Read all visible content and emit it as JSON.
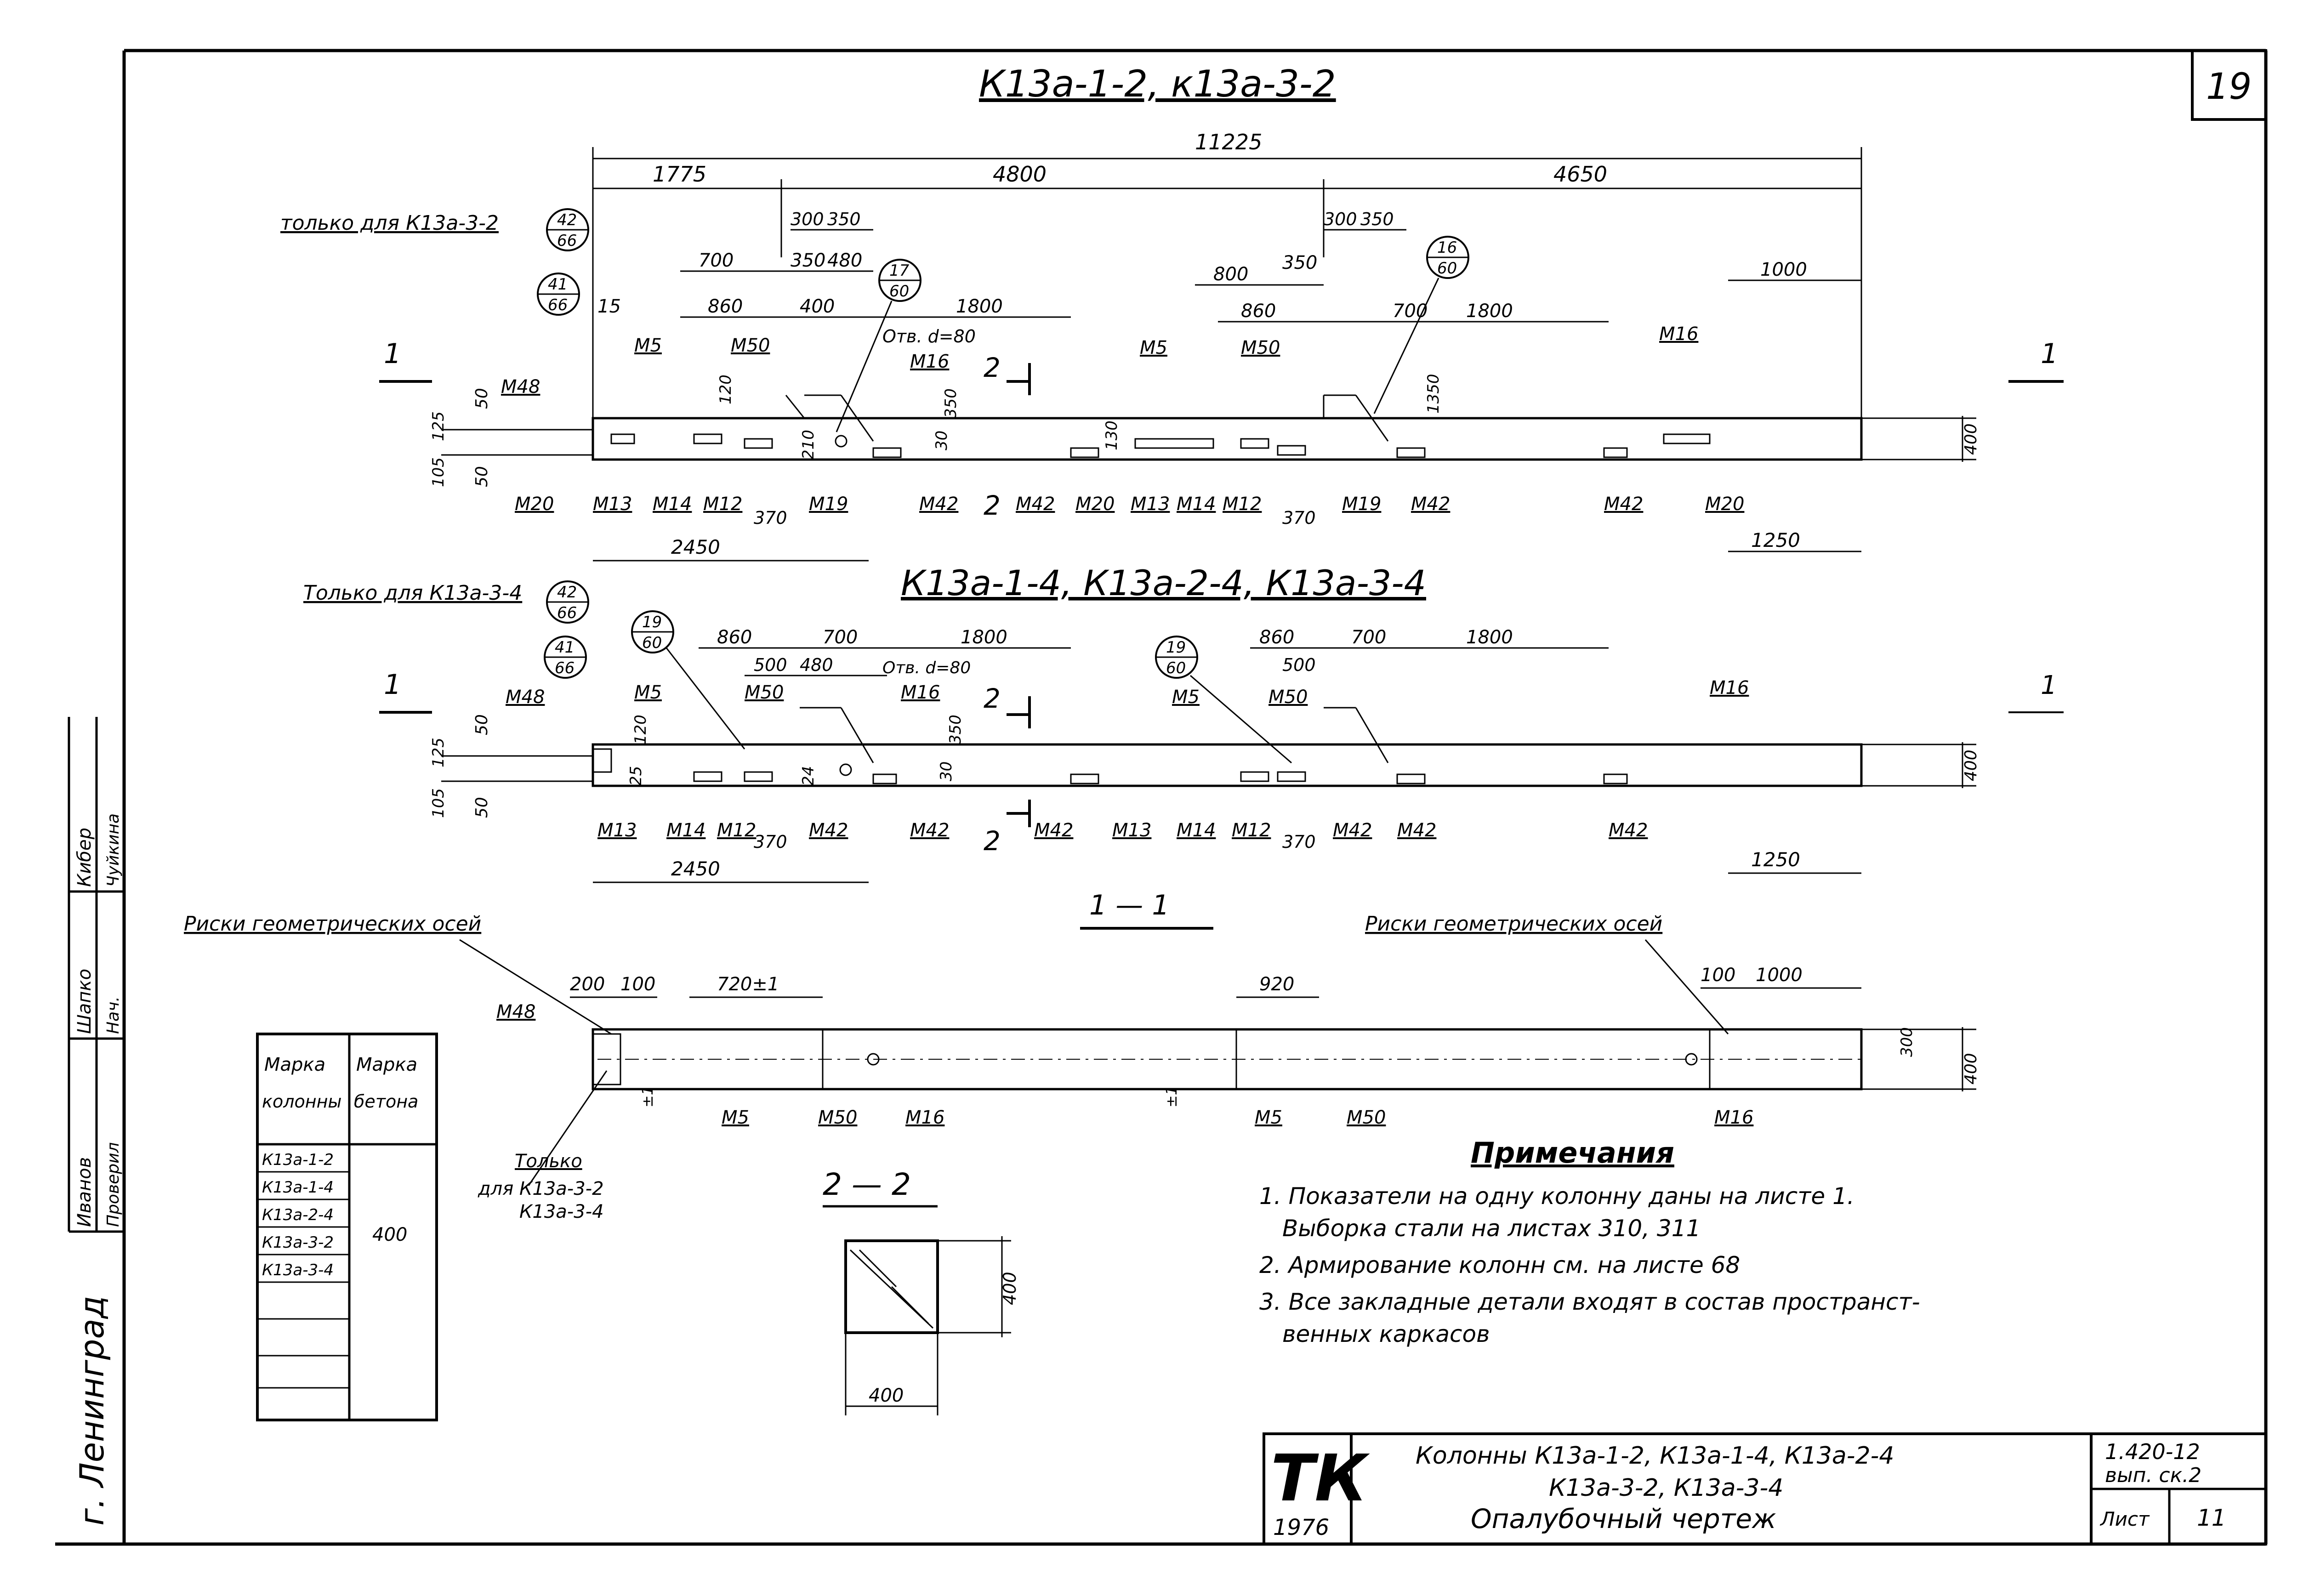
{
  "sheet": {
    "page_number": "19",
    "title_top": "К13а-1-2, к13а-3-2",
    "title_mid": "К13а-1-4, К13а-2-4, К13а-3-4",
    "section_plan": "1 — 1",
    "section_cut": "2 — 2",
    "city": "г. Ленинград"
  },
  "elev_top": {
    "dims": {
      "total": "11225",
      "d1775": "1775",
      "d4800": "4800",
      "d4650": "4650",
      "d700": "700",
      "d350a": "350",
      "d480": "480",
      "d300a": "300",
      "d350b": "350",
      "d860": "860",
      "d400": "400",
      "d1800a": "1800",
      "d800": "800",
      "d350c": "350",
      "d300b": "300",
      "d350d": "350",
      "d860b": "860",
      "d700b": "700",
      "d1800b": "1800",
      "d1000": "1000",
      "d2450": "2450",
      "d1250": "1250",
      "d370a": "370",
      "d370b": "370",
      "h125": "125",
      "h105": "105",
      "h50a": "50",
      "h50b": "50",
      "h15": "15",
      "h400": "400",
      "v120": "120",
      "v350": "350",
      "v30": "30",
      "v210": "210",
      "v130": "130",
      "v1350": "1350"
    },
    "note_only": "только для К13а-3-2",
    "hole": "Отв. d=80",
    "bubbles": [
      {
        "top": "42",
        "bot": "66"
      },
      {
        "top": "41",
        "bot": "66"
      },
      {
        "top": "17",
        "bot": "60"
      },
      {
        "top": "16",
        "bot": "60"
      }
    ],
    "marks_top": [
      "М48",
      "М5",
      "М50",
      "М16",
      "М5",
      "М50",
      "М16"
    ],
    "marks_bot": [
      "М20",
      "М13",
      "М14",
      "М12",
      "М19",
      "М42",
      "М42",
      "М20",
      "М13",
      "М14",
      "М12",
      "М19",
      "М42",
      "М42",
      "М20"
    ],
    "sec_left": "1",
    "sec_right": "1",
    "sec2": "2"
  },
  "elev_mid": {
    "dims": {
      "d860": "860",
      "d700": "700",
      "d1800": "1800",
      "d500": "500",
      "d480": "480",
      "d860b": "860",
      "d500b": "500",
      "d700b": "700",
      "d1800b": "1800",
      "d2450": "2450",
      "d1250": "1250",
      "d370a": "370",
      "d370b": "370",
      "h125": "125",
      "h105": "105",
      "h50a": "50",
      "h50b": "50",
      "h400": "400",
      "v120": "120",
      "v350": "350",
      "v30": "30",
      "v25": "25",
      "v24": "24"
    },
    "note_only": "Только для К13а-3-4",
    "hole": "Отв. d=80",
    "bubbles": [
      {
        "top": "42",
        "bot": "66"
      },
      {
        "top": "41",
        "bot": "66"
      },
      {
        "top": "19",
        "bot": "60"
      },
      {
        "top": "19",
        "bot": "60"
      }
    ],
    "marks_top": [
      "М48",
      "М5",
      "М50",
      "М16",
      "М5",
      "М50",
      "М16"
    ],
    "marks_bot": [
      "М13",
      "М14",
      "М12",
      "М42",
      "М42",
      "М42",
      "М13",
      "М14",
      "М12",
      "М42",
      "М42",
      "М42"
    ]
  },
  "plan": {
    "label_axes_left": "Риски геометрических осей",
    "label_axes_right": "Риски геометрических осей",
    "dims": {
      "d200": "200",
      "d100": "100",
      "d720": "720±1",
      "d920": "920",
      "d100b": "100",
      "d1000": "1000",
      "d300": "300",
      "d400": "400",
      "t1": "±1",
      "t2": "±1"
    },
    "marks": [
      "М48",
      "М5",
      "М50",
      "М16",
      "М5",
      "М50",
      "М16"
    ],
    "only_note": [
      "Только",
      "для К13а-3-2",
      "К13а-3-4"
    ]
  },
  "section_2_2": {
    "h": "400",
    "w": "400"
  },
  "table": {
    "headers": [
      [
        "Марка",
        "колонны"
      ],
      [
        "Марка",
        "бетона"
      ]
    ],
    "rows": [
      "К13а-1-2",
      "К13а-1-4",
      "К13а-2-4",
      "К13а-3-2",
      "К13а-3-4"
    ],
    "concrete": "400"
  },
  "notes": {
    "heading": "Примечания",
    "lines": [
      "1. Показатели на одну колонну даны на листе 1.",
      "Выборка стали на листах 310, 311",
      "2. Армирование колонн см. на листе 68",
      "3. Все закладные детали входят в состав пространст-",
      "венных каркасов"
    ]
  },
  "stamp": {
    "org": "ТК",
    "year": "1976",
    "title1": "Колонны К13а-1-2, К13а-1-4, К13а-2-4",
    "title2": "К13а-3-2, К13а-3-4",
    "title3": "Опалубочный чертеж",
    "series1": "1.420-12",
    "series2": "вып. ск.2",
    "sheet_label": "Лист",
    "sheet_no": "11"
  },
  "side_stamp": {
    "cells": [
      "Кибер",
      "Чуйкина",
      "Шапко",
      "Нач.",
      "Иванов",
      "Проверил"
    ]
  }
}
